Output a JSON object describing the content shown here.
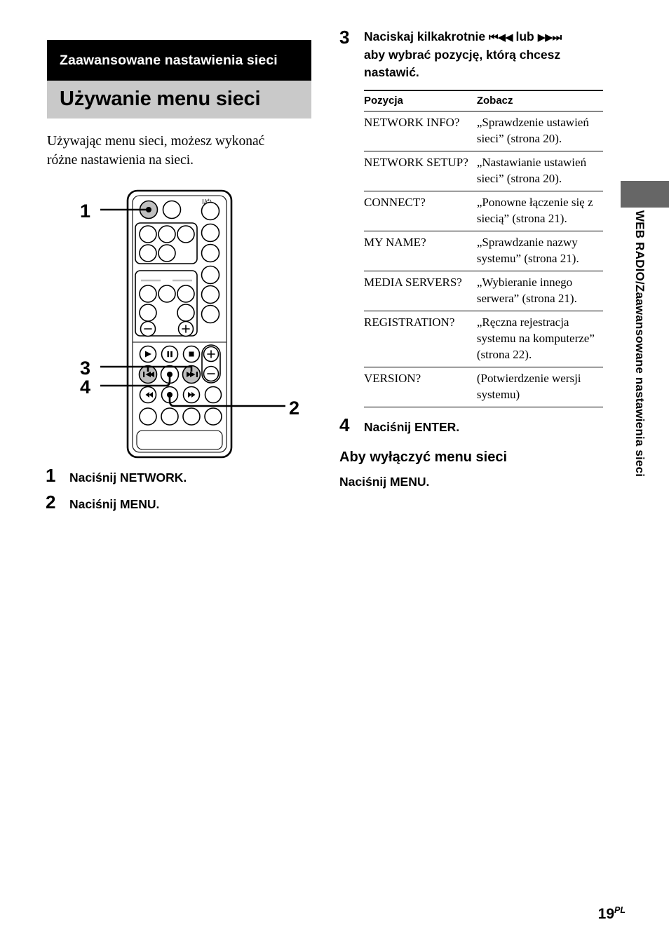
{
  "chapter": {
    "band_title": "Zaawansowane nastawienia sieci"
  },
  "section": {
    "title": "Używanie menu sieci",
    "intro": "Używając menu sieci, możesz wykonać różne nastawienia na sieci."
  },
  "remote": {
    "power_label": "I/⏻",
    "callouts": [
      "1",
      "2",
      "3",
      "4"
    ]
  },
  "steps_left": [
    {
      "num": "1",
      "text": "Naciśnij NETWORK."
    },
    {
      "num": "2",
      "text": "Naciśnij MENU."
    }
  ],
  "step3": {
    "num": "3",
    "line1_pre": "Naciskaj kilkakrotnie ",
    "glyph_prev": "⏮◀◀",
    "line1_mid": " lub ",
    "glyph_next": "▶▶⏭",
    "line2": "aby wybrać pozycję, którą chcesz",
    "line3": "nastawić."
  },
  "table": {
    "headers": [
      "Pozycja",
      "Zobacz"
    ],
    "rows": [
      {
        "item": "NETWORK INFO?",
        "see": "„Sprawdzenie ustawień sieci” (strona 20)."
      },
      {
        "item": "NETWORK SETUP?",
        "see": "„Nastawianie ustawień sieci” (strona 20)."
      },
      {
        "item": "CONNECT?",
        "see": "„Ponowne łączenie się z siecią” (strona 21)."
      },
      {
        "item": "MY NAME?",
        "see": "„Sprawdzanie nazwy systemu” (strona 21)."
      },
      {
        "item": "MEDIA SERVERS?",
        "see": "„Wybieranie innego serwera” (strona 21)."
      },
      {
        "item": "REGISTRATION?",
        "see": "„Ręczna rejestracja systemu na komputerze” (strona 22)."
      },
      {
        "item": "VERSION?",
        "see": "(Potwierdzenie wersji systemu)"
      }
    ]
  },
  "step4": {
    "num": "4",
    "text": "Naciśnij ENTER."
  },
  "closing": {
    "heading": "Aby wyłączyć menu sieci",
    "body": "Naciśnij MENU."
  },
  "side_tab": {
    "text": "WEB RADIO/Zaawansowane nastawienia sieci",
    "block_color": "#666666"
  },
  "footer": {
    "page": "19",
    "lang": "PL"
  }
}
